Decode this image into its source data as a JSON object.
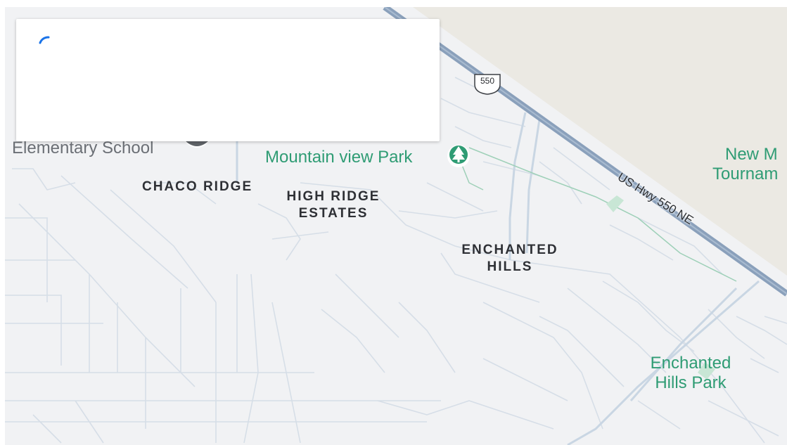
{
  "map": {
    "labels": {
      "elementary_school": "Elementary School",
      "mountain_view_park": "Mountain view Park",
      "chaco_ridge": "CHACO RIDGE",
      "high_ridge_line1": "HIGH RIDGE",
      "high_ridge_line2": "ESTATES",
      "enchanted_hills_line1": "ENCHANTED",
      "enchanted_hills_line2": "HILLS",
      "us_hwy": "US Hwy 550 NE",
      "shield_550": "550",
      "new_m_line1": "New M",
      "new_m_line2": "Tournam",
      "enchanted_park_line1": "Enchanted",
      "enchanted_park_line2": "Hills Park"
    },
    "icons": {
      "park": "tree-pin-icon",
      "school": "school-pin-icon",
      "highway": "us-highway-shield-icon"
    },
    "colors": {
      "background": "#f1f2f4",
      "road": "#c9d6e3",
      "highway": "#8aa0bb",
      "park_green": "#2f9c74",
      "terrain": "#ebe9e3"
    }
  },
  "loading_card": {
    "state": "loading",
    "spinner_color": "#1a73e8"
  }
}
